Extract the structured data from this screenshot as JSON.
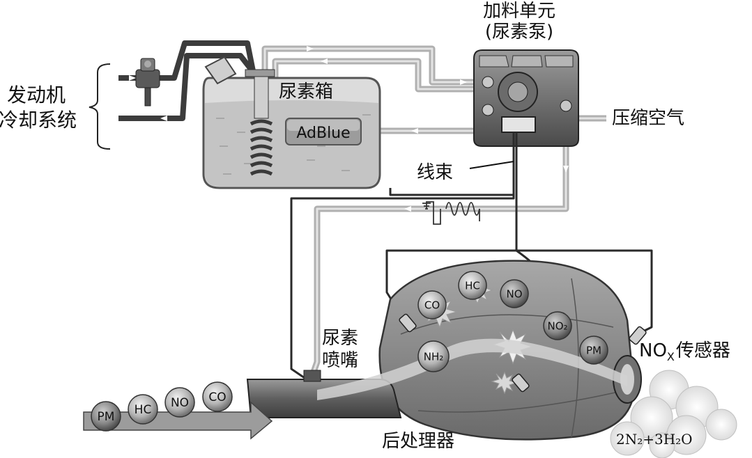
{
  "labels": {
    "dosing_unit_line1": "加料单元",
    "dosing_unit_line2": "(尿素泵)",
    "urea_tank": "尿素箱",
    "adblue": "AdBlue",
    "cooling_line1": "发动机",
    "cooling_line2": "冷却系统",
    "compressed_air": "压缩空气",
    "harness": "线束",
    "nozzle_line1": "尿素",
    "nozzle_line2": "喷嘴",
    "nox_sensor": "传感器",
    "aftertreatment": "后处理器",
    "exhaust_output": "2N₂+3H₂O"
  },
  "nox_prefix": "NO",
  "nox_subscript": "X",
  "exhaust_inputs": [
    "PM",
    "HC",
    "NO",
    "CO"
  ],
  "molecules": [
    {
      "text": "CO"
    },
    {
      "text": "HC"
    },
    {
      "text": "NO"
    },
    {
      "text": "NO₂"
    },
    {
      "text": "NH₂"
    },
    {
      "text": "PM"
    }
  ],
  "colors": {
    "line_dark": "#333333",
    "line_light": "#b8b8b8",
    "body_fill": "#8f8f8f",
    "tank_fill": "#e2e2e2"
  }
}
